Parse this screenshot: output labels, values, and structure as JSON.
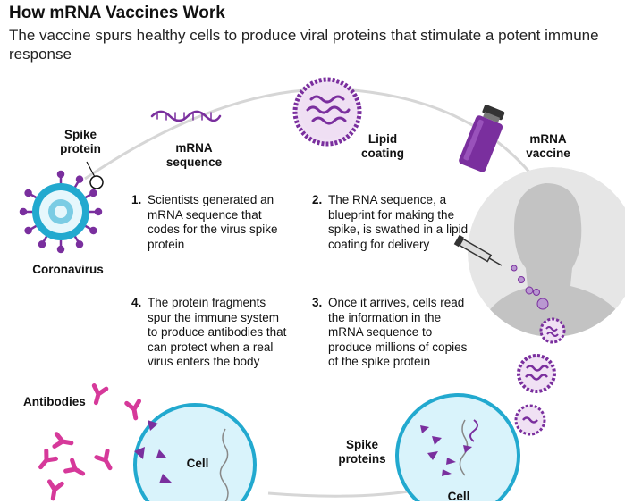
{
  "header": {
    "title": "How mRNA Vaccines Work",
    "subtitle": "The vaccine spurs healthy cells to produce viral proteins that stimulate a potent immune response"
  },
  "labels": {
    "spike_protein": "Spike protein",
    "coronavirus": "Coronavirus",
    "mrna_sequence": "mRNA sequence",
    "lipid_coating": "Lipid coating",
    "mrna_vaccine": "mRNA vaccine",
    "antibodies": "Antibodies",
    "spike_proteins": "Spike proteins",
    "cell_left": "Cell",
    "cell_right": "Cell"
  },
  "steps": [
    {
      "num": "1.",
      "text": "Scientists generated an mRNA sequence that codes for the virus spike protein"
    },
    {
      "num": "2.",
      "text": "The RNA sequence, a blueprint for making the spike, is swathed in a lipid coating for delivery"
    },
    {
      "num": "3.",
      "text": "Once it arrives, cells read the information in the mRNA sequence to produce millions of copies of the spike protein"
    },
    {
      "num": "4.",
      "text": "The protein fragments spur the immune system to produce antibodies that can protect when a real virus enters the body"
    }
  ],
  "colors": {
    "purple": "#7a2f9e",
    "magenta": "#d6399a",
    "cyan_fill": "#d9f3fb",
    "cyan_stroke": "#22a9cf",
    "gray": "#d2d2d2"
  }
}
